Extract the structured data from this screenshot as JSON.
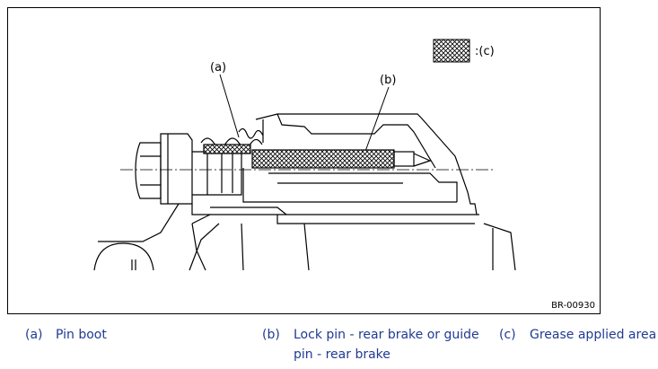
{
  "figure": {
    "callouts": {
      "a": "(a)",
      "b": "(b)",
      "c": ":(c)"
    },
    "code": "BR-00930"
  },
  "legend": [
    {
      "key": "(a)",
      "text": "Pin boot"
    },
    {
      "key": "(b)",
      "text": "Lock pin - rear brake or guide",
      "text2": "pin - rear brake"
    },
    {
      "key": "(c)",
      "text": "Grease applied area"
    }
  ],
  "colors": {
    "legend_text": "#1f3a93",
    "line": "#000000"
  }
}
